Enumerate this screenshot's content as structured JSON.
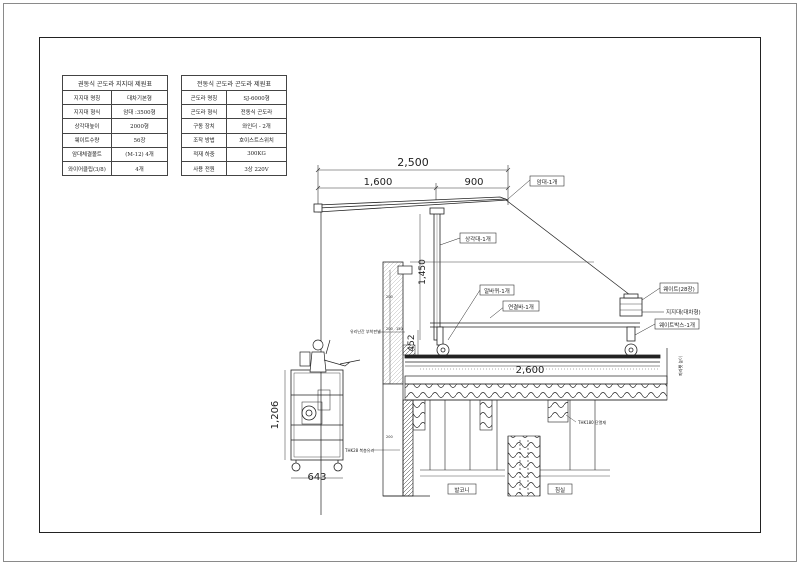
{
  "table_left": {
    "title": "권동식 곤도라 지지대 제원표",
    "rows": [
      [
        "지지대 명칭",
        "대차기본형"
      ],
      [
        "지지대 형식",
        "암대 :3500형"
      ],
      [
        "상각대높이",
        "2000형"
      ],
      [
        "웨이트수량",
        "56장"
      ],
      [
        "암대체결볼트",
        "(M-12) 4개"
      ],
      [
        "와이어클립(3/8)",
        "4개"
      ]
    ]
  },
  "table_right": {
    "title": "전동식 곤도라 곤도라 제원표",
    "rows": [
      [
        "곤도라 명칭",
        "SJ-6000형"
      ],
      [
        "곤도라 형식",
        "전동식 곤도라"
      ],
      [
        "구동 장치",
        "와인더 - 2개"
      ],
      [
        "조작 방법",
        "호이스트스위치"
      ],
      [
        "적재 하중",
        "300KG"
      ],
      [
        "사용 전원",
        "3상 220V"
      ]
    ]
  },
  "dimensions": {
    "total": "2,500",
    "left": "1,600",
    "right": "900",
    "height_post": "1,450",
    "base_height": "452",
    "base_width": "2,600",
    "gondola_height": "1,206",
    "gondola_width": "643"
  },
  "labels": {
    "arm": "암대-1개",
    "post": "상각대-1개",
    "wheel": "알바퀴-1개",
    "tie_bar": "연결바-1개",
    "weight": "웨이트(28장)",
    "support": "지지대(대차형)",
    "weight_box": "웨이트박스-1개",
    "parapet_note": "파라펫 높이",
    "gutter_note": "유리난간 부착판넬",
    "insulation": "THK180 단열재",
    "duct": "THK28 복층유리",
    "balcony": "발코니",
    "room": "침실",
    "d200a": "200",
    "d200b": "200",
    "d150": "150",
    "d200c": "200"
  }
}
